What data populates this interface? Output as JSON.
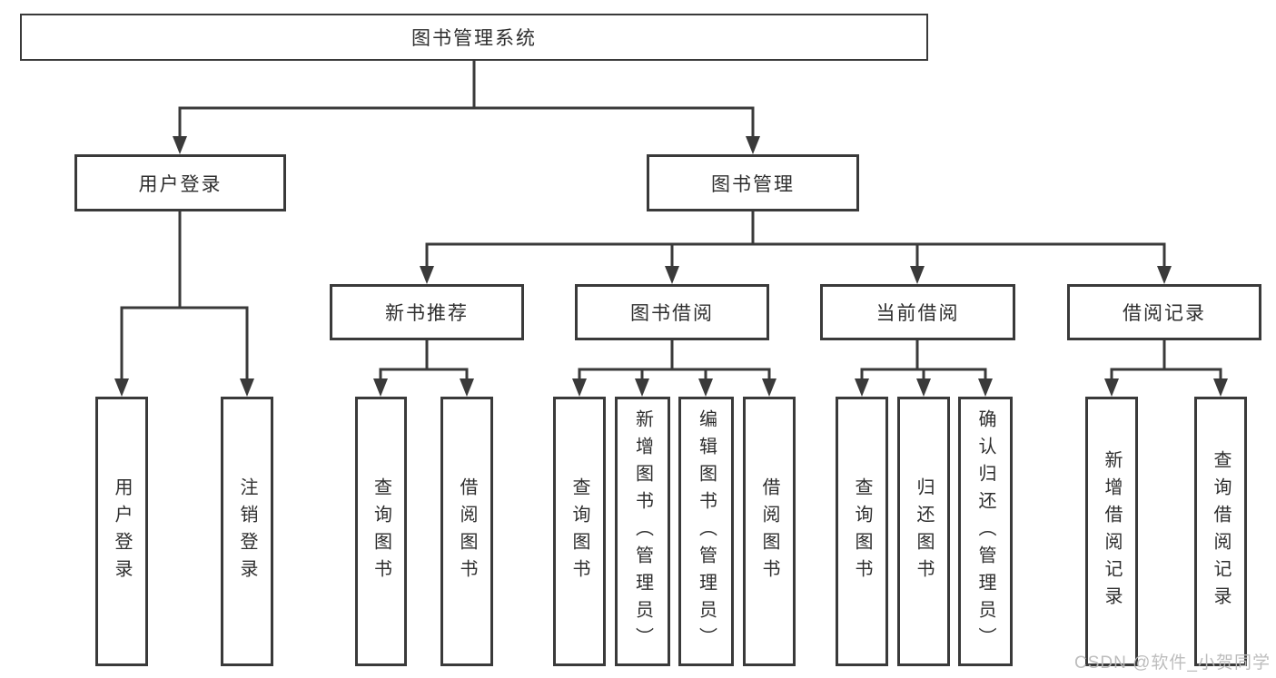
{
  "diagram_type": "hierarchy-tree",
  "tree": {
    "label": "图书管理系统",
    "children": [
      {
        "label": "用户登录",
        "children": [
          {
            "label": "用户登录"
          },
          {
            "label": "注销登录"
          }
        ]
      },
      {
        "label": "图书管理",
        "children": [
          {
            "label": "新书推荐",
            "children": [
              {
                "label": "查询图书"
              },
              {
                "label": "借阅图书"
              }
            ]
          },
          {
            "label": "图书借阅",
            "children": [
              {
                "label": "查询图书"
              },
              {
                "label": "新增图书（管理员）"
              },
              {
                "label": "编辑图书（管理员）"
              },
              {
                "label": "借阅图书"
              }
            ]
          },
          {
            "label": "当前借阅",
            "children": [
              {
                "label": "查询图书"
              },
              {
                "label": "归还图书"
              },
              {
                "label": "确认归还（管理员）"
              }
            ]
          },
          {
            "label": "借阅记录",
            "children": [
              {
                "label": "新增借阅记录"
              },
              {
                "label": "查询借阅记录"
              }
            ]
          }
        ]
      }
    ]
  },
  "watermark": {
    "text": "CSDN @软件_小贺同学"
  },
  "colors": {
    "line": "#3a3a3a",
    "box_border": "#3a3a3a",
    "box_fill": "#ffffff",
    "text": "#2e2e2e",
    "watermark": "#b9b9b9",
    "background": "#ffffff"
  }
}
